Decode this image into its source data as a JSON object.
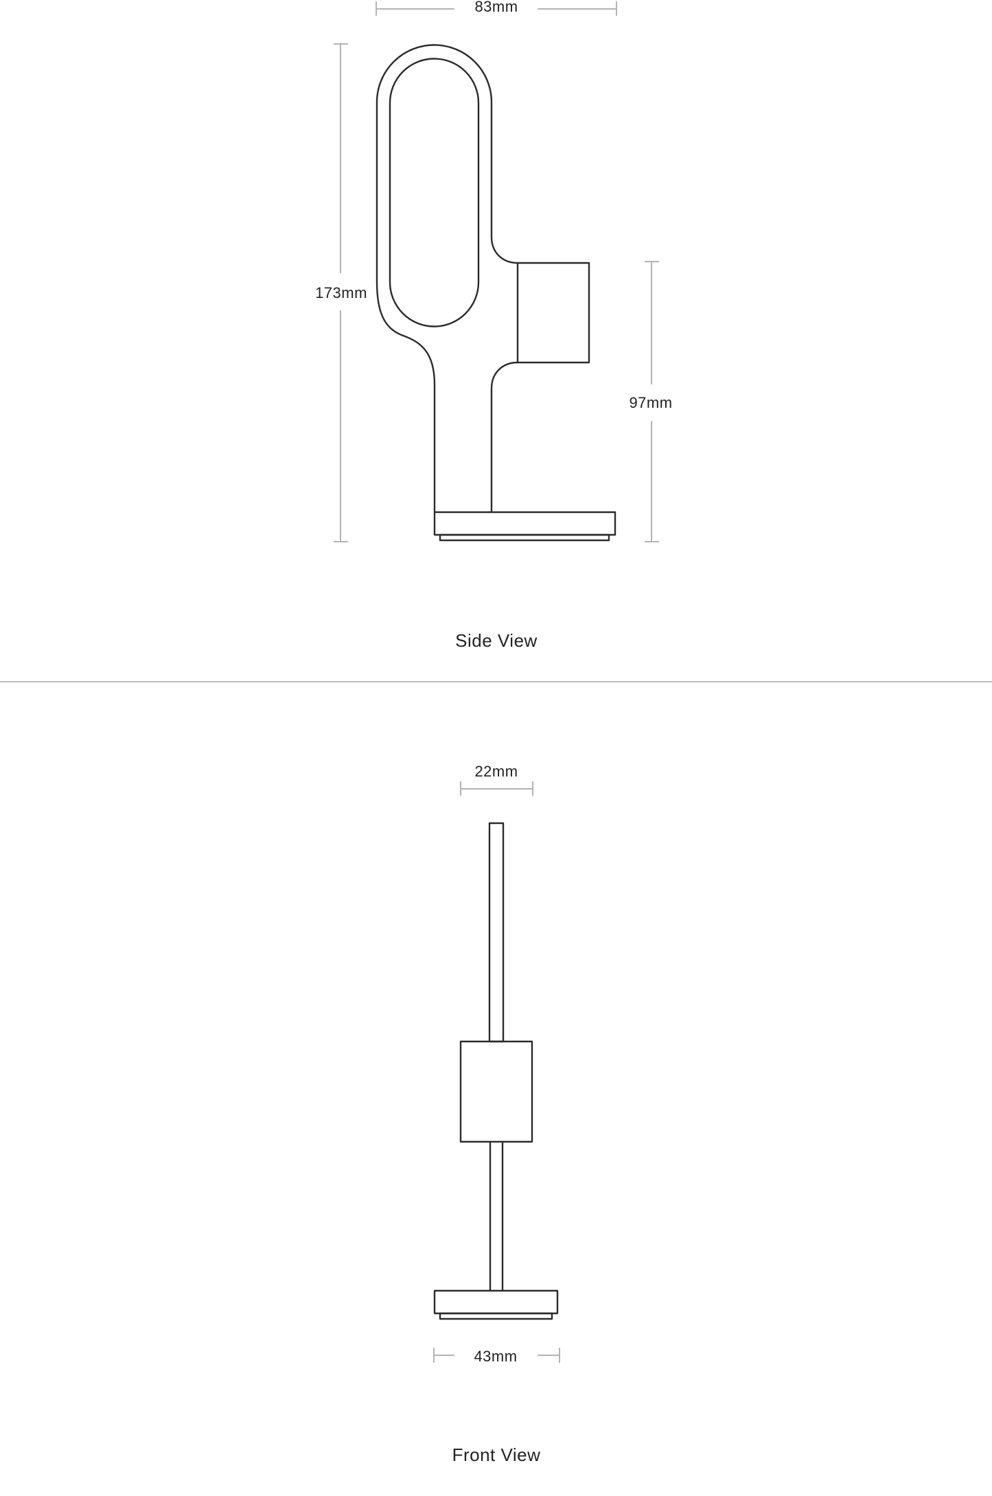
{
  "side_view": {
    "title": "Side View",
    "dimensions": {
      "width": "83mm",
      "height": "173mm",
      "head_height": "97mm"
    }
  },
  "front_view": {
    "title": "Front View",
    "dimensions": {
      "head_width": "22mm",
      "base_width": "43mm"
    }
  },
  "colors": {
    "outline": "#2b2b2b",
    "dimension_line": "#b3b3b3",
    "divider": "#bdbdbd",
    "text": "#222222",
    "background": "#ffffff"
  }
}
